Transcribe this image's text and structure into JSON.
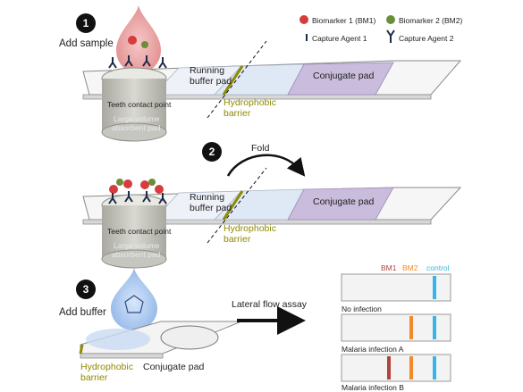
{
  "steps": [
    {
      "number": "1",
      "label": "Add sample"
    },
    {
      "number": "2",
      "label": "Fold"
    },
    {
      "number": "3",
      "label": "Add buffer"
    }
  ],
  "legend": {
    "biomarker1": "Biomarker 1 (BM1)",
    "biomarker2": "Biomarker 2 (BM2)",
    "capture1": "Capture Agent 1",
    "capture2": "Capture Agent 2"
  },
  "labels": {
    "running_buffer_pad_1": "Running",
    "running_buffer_pad_2": "buffer pad",
    "hydrophobic_1": "Hydrophobic",
    "hydrophobic_2": "barrier",
    "conjugate_pad": "Conjugate pad",
    "teeth_contact": "Teeth contact point",
    "absorbent_1": "Large volume",
    "absorbent_2": "absorbent pad",
    "lateral_flow": "Lateral flow assay"
  },
  "results": {
    "headers": {
      "bm1": "BM1",
      "bm2": "BM2",
      "control": "control"
    },
    "cases": [
      {
        "label": "No infection",
        "bm1": false,
        "bm2": false,
        "control": true
      },
      {
        "label": "Malaria infection A",
        "bm1": false,
        "bm2": true,
        "control": true
      },
      {
        "label": "Malaria infection B",
        "bm1": true,
        "bm2": true,
        "control": true
      }
    ]
  },
  "colors": {
    "bm1_line": "#b0443a",
    "bm2_line": "#f08a2a",
    "control_line": "#36b6e8",
    "header_bm1": "#b0443a",
    "header_bm2": "#f08a2a",
    "header_control": "#36b6e8",
    "conjugate_fill": "#c9bcdc",
    "running_fill": "#dfe8f5",
    "barrier": "#8f8a00"
  }
}
